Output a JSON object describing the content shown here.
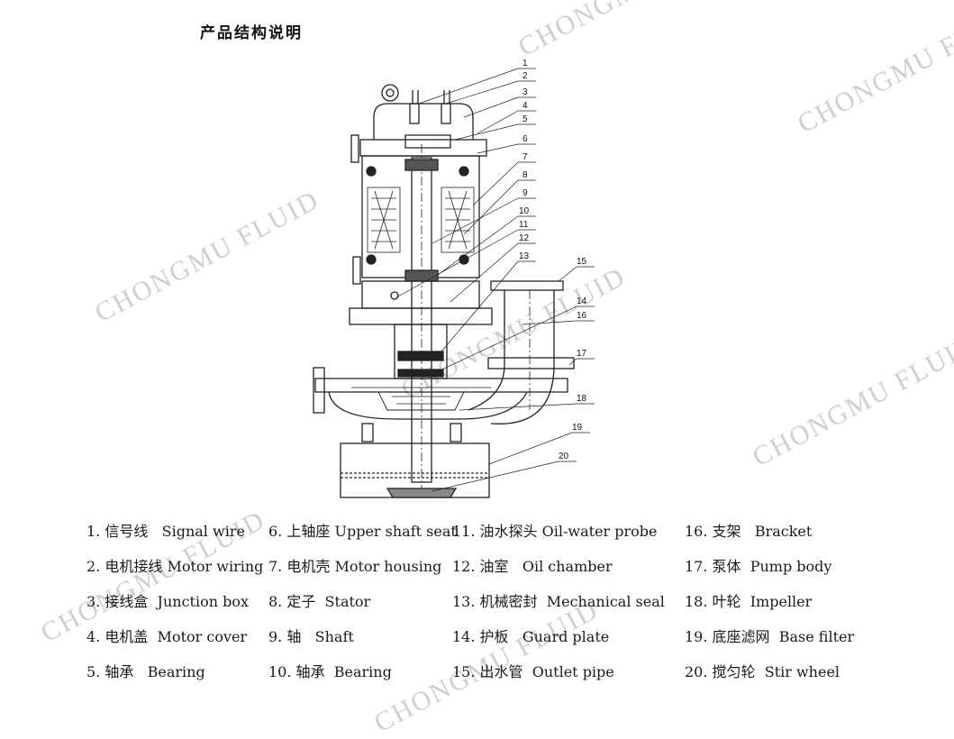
{
  "title": "产品结构说明",
  "watermark": "CHONGMU FLUID",
  "callouts": [
    "1",
    "2",
    "3",
    "4",
    "5",
    "6",
    "7",
    "8",
    "9",
    "10",
    "11",
    "12",
    "13",
    "14",
    "15",
    "16",
    "17",
    "18",
    "19",
    "20"
  ],
  "legend": [
    {
      "num": "1.",
      "zh": "信号线",
      "en": "Signal wire"
    },
    {
      "num": "2.",
      "zh": "电机接线",
      "en": "Motor wiring"
    },
    {
      "num": "3.",
      "zh": "接线盒",
      "en": "Junction box"
    },
    {
      "num": "4.",
      "zh": "电机盖",
      "en": "Motor cover"
    },
    {
      "num": "5.",
      "zh": "轴承",
      "en": "Bearing"
    },
    {
      "num": "6.",
      "zh": "上轴座",
      "en": "Upper shaft seat"
    },
    {
      "num": "7.",
      "zh": "电机壳",
      "en": "Motor housing"
    },
    {
      "num": "8.",
      "zh": "定子",
      "en": "Stator"
    },
    {
      "num": "9.",
      "zh": "轴",
      "en": "Shaft"
    },
    {
      "num": "10.",
      "zh": "轴承",
      "en": "Bearing"
    },
    {
      "num": "11.",
      "zh": "油水探头",
      "en": "Oil-water probe"
    },
    {
      "num": "12.",
      "zh": "油室",
      "en": "Oil chamber"
    },
    {
      "num": "13.",
      "zh": "机械密封",
      "en": "Mechanical seal"
    },
    {
      "num": "14.",
      "zh": "护板",
      "en": "Guard plate"
    },
    {
      "num": "15.",
      "zh": "出水管",
      "en": "Outlet pipe"
    },
    {
      "num": "16.",
      "zh": "支架",
      "en": "Bracket"
    },
    {
      "num": "17.",
      "zh": "泵体",
      "en": "Pump body"
    },
    {
      "num": "18.",
      "zh": "叶轮",
      "en": "Impeller"
    },
    {
      "num": "19.",
      "zh": "底座滤网",
      "en": "Base filter"
    },
    {
      "num": "20.",
      "zh": "搅匀轮",
      "en": "Stir wheel"
    }
  ]
}
